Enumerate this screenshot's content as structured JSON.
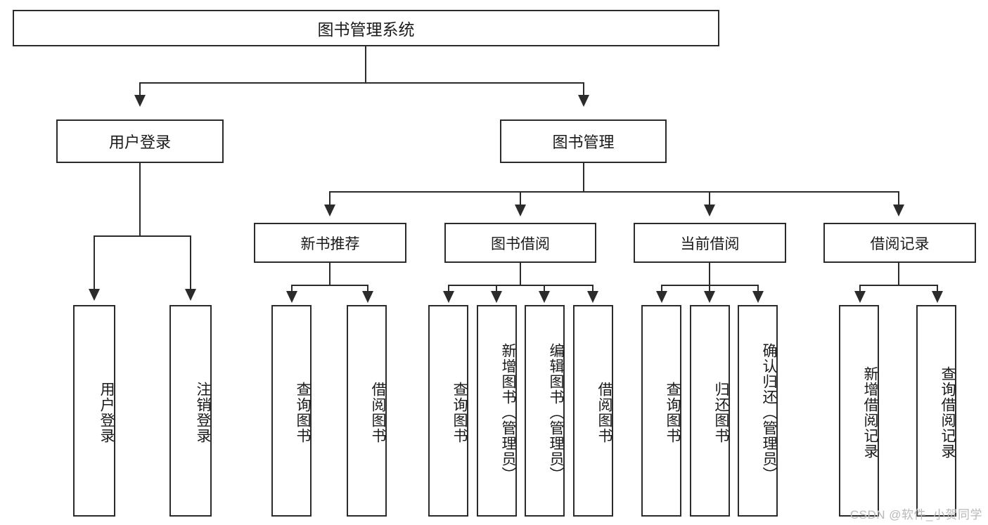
{
  "diagram": {
    "type": "tree-hierarchy-functional-decomposition",
    "title": "图书管理系统",
    "root": {
      "id": "root",
      "label": "图书管理系统"
    },
    "level2": [
      {
        "id": "user-login",
        "label": "用户登录"
      },
      {
        "id": "book-management",
        "label": "图书管理"
      }
    ],
    "level3": [
      {
        "id": "new-book-recommend",
        "label": "新书推荐",
        "parent": "book-management"
      },
      {
        "id": "book-borrow",
        "label": "图书借阅",
        "parent": "book-management"
      },
      {
        "id": "current-borrow",
        "label": "当前借阅",
        "parent": "book-management"
      },
      {
        "id": "borrow-record",
        "label": "借阅记录",
        "parent": "book-management"
      }
    ],
    "leaves": [
      {
        "id": "leaf-user-login",
        "label": "用户登录",
        "parent": "user-login"
      },
      {
        "id": "leaf-logout-login",
        "label": "注销登录",
        "parent": "user-login"
      },
      {
        "id": "leaf-query-book-1",
        "label": "查询图书",
        "parent": "new-book-recommend"
      },
      {
        "id": "leaf-borrow-book-1",
        "label": "借阅图书",
        "parent": "new-book-recommend"
      },
      {
        "id": "leaf-query-book-2",
        "label": "查询图书",
        "parent": "book-borrow"
      },
      {
        "id": "leaf-add-book",
        "label": "新增图书（管理员）",
        "parent": "book-borrow"
      },
      {
        "id": "leaf-edit-book",
        "label": "编辑图书（管理员）",
        "parent": "book-borrow"
      },
      {
        "id": "leaf-borrow-book-2",
        "label": "借阅图书",
        "parent": "book-borrow"
      },
      {
        "id": "leaf-query-book-3",
        "label": "查询图书",
        "parent": "current-borrow"
      },
      {
        "id": "leaf-return-book",
        "label": "归还图书",
        "parent": "current-borrow"
      },
      {
        "id": "leaf-confirm-return",
        "label": "确认归还（管理员）",
        "parent": "current-borrow"
      },
      {
        "id": "leaf-add-record",
        "label": "新增借阅记录",
        "parent": "borrow-record"
      },
      {
        "id": "leaf-query-record",
        "label": "查询借阅记录",
        "parent": "borrow-record"
      }
    ],
    "watermark": "CSDN @软件_小贺同学",
    "colors": {
      "stroke": "#2b2b2b",
      "fill": "#ffffff",
      "text": "#1a1a1a",
      "watermark": "#b9b9b9"
    }
  }
}
